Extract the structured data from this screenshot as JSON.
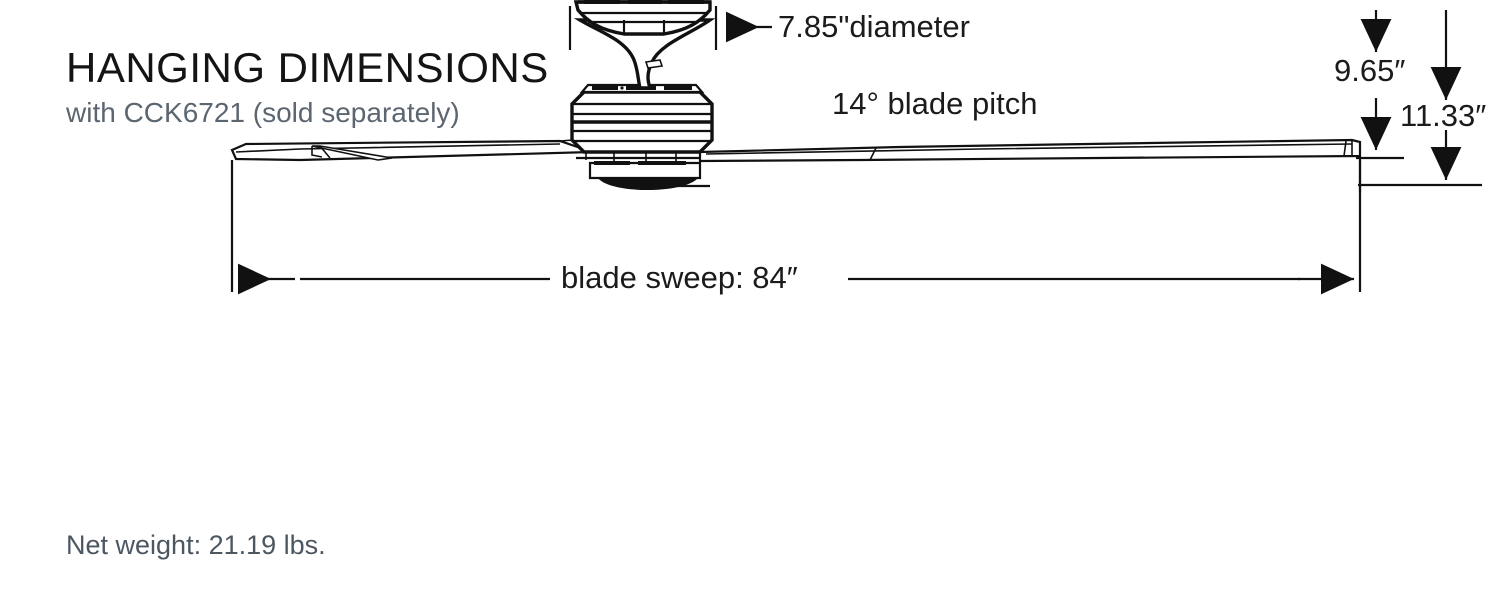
{
  "page": {
    "background": "#ffffff",
    "ink_color": "#111111"
  },
  "heading": {
    "title": "HANGING DIMENSIONS",
    "subtitle": "with CCK6721 (sold separately)",
    "title_color": "#141414",
    "subtitle_color": "#5c6670"
  },
  "callouts": {
    "diameter": "7.85\"diameter",
    "blade_pitch": "14° blade pitch",
    "blade_sweep": "blade sweep: 84″",
    "height_inner": "9.65″",
    "height_outer": "11.33″"
  },
  "footer": {
    "net_weight": "Net weight: 21.19 lbs.",
    "color": "#4c5762"
  },
  "chart_data": {
    "type": "diagram",
    "title": "HANGING DIMENSIONS",
    "subject": "ceiling fan elevation drawing",
    "measurements": [
      {
        "name": "canopy diameter",
        "value": 7.85,
        "unit": "in",
        "label": "7.85\"diameter"
      },
      {
        "name": "blade pitch",
        "value": 14,
        "unit": "deg",
        "label": "14° blade pitch"
      },
      {
        "name": "blade sweep",
        "value": 84,
        "unit": "in",
        "label": "blade sweep: 84″"
      },
      {
        "name": "hanging height to blade",
        "value": 9.65,
        "unit": "in",
        "label": "9.65″"
      },
      {
        "name": "hanging height overall",
        "value": 11.33,
        "unit": "in",
        "label": "11.33″"
      },
      {
        "name": "net weight",
        "value": 21.19,
        "unit": "lbs",
        "label": "Net weight: 21.19 lbs."
      }
    ]
  }
}
